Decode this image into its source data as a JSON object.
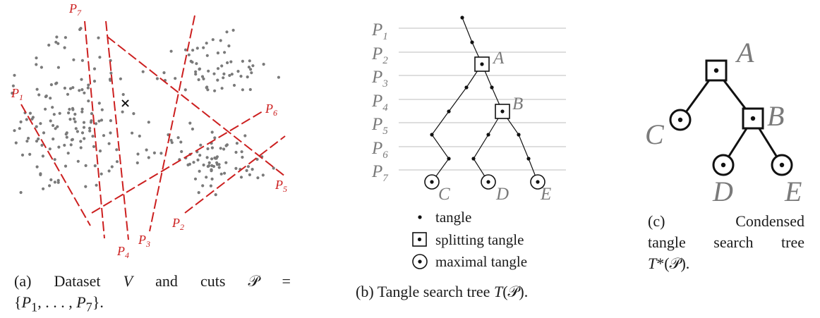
{
  "panel_a": {
    "cut_labels": [
      "P1",
      "P2",
      "P3",
      "P4",
      "P5",
      "P6",
      "P7"
    ],
    "caption_line1": "(a) Dataset V and cuts 𝒫 =",
    "caption_line2": "{P1, . . . , P7}.",
    "marker": "×"
  },
  "panel_b": {
    "level_labels": [
      "P1",
      "P2",
      "P3",
      "P4",
      "P5",
      "P6",
      "P7"
    ],
    "node_labels": [
      "A",
      "B",
      "C",
      "D",
      "E"
    ],
    "legend": [
      "tangle",
      "splitting tangle",
      "maximal tangle"
    ],
    "caption": "(b) Tangle search tree T(𝒫)."
  },
  "panel_c": {
    "node_labels": [
      "A",
      "B",
      "C",
      "D",
      "E"
    ],
    "caption_line1": "(c) Condensed",
    "caption_line2": "tangle search tree",
    "caption_line3": "T*(𝒫)."
  },
  "colors": {
    "cut": "#cc1f1f",
    "point": "#7a7a7a",
    "line": "#111111"
  }
}
